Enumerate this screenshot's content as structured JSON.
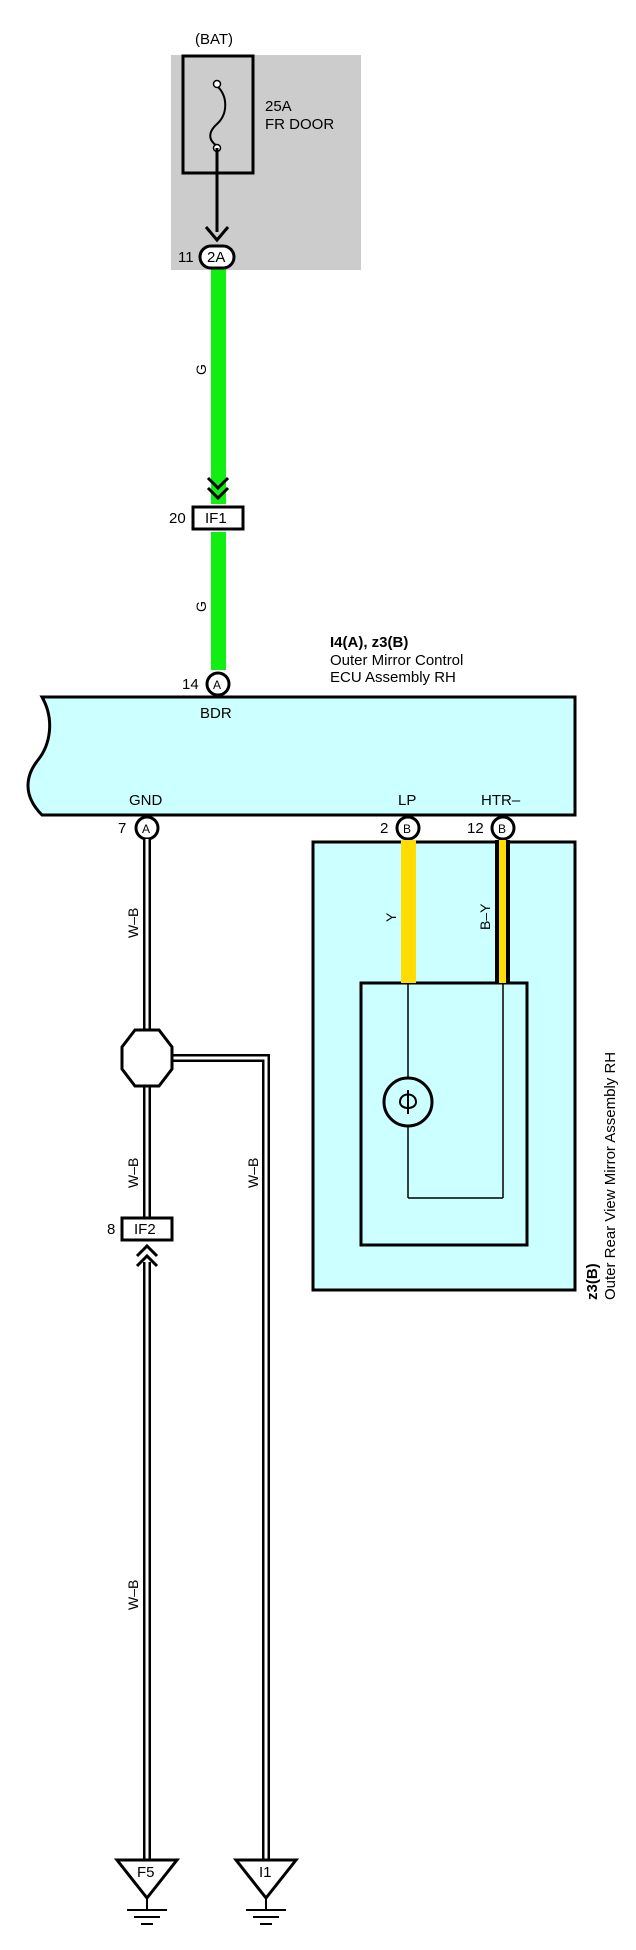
{
  "fuse": {
    "source": "(BAT)",
    "rating": "25A",
    "name": "FR DOOR"
  },
  "connectors": {
    "fuse_out": {
      "pin": "11",
      "id": "2A"
    },
    "if1": {
      "pin": "20",
      "id": "IF1"
    },
    "bdr": {
      "pin": "14",
      "id": "A"
    },
    "gnd": {
      "pin": "7",
      "id": "A"
    },
    "lp": {
      "pin": "2",
      "id": "B"
    },
    "htr": {
      "pin": "12",
      "id": "B"
    },
    "if2": {
      "pin": "8",
      "id": "IF2"
    }
  },
  "ecu": {
    "code": "I4(A), z3(B)",
    "name_line1": "Outer Mirror Control",
    "name_line2": "ECU Assembly RH",
    "terminals": {
      "bdr": "BDR",
      "gnd": "GND",
      "lp": "LP",
      "htr": "HTR–"
    }
  },
  "mirror": {
    "code": "z3(B)",
    "name": "Outer Rear View Mirror Assembly RH"
  },
  "wires": {
    "green_upper": "G",
    "green_lower": "G",
    "yellow": "Y",
    "black_yellow": "B–Y",
    "wb_1": "W–B",
    "wb_2": "W–B",
    "wb_3": "W–B",
    "wb_4": "W–B"
  },
  "grounds": {
    "left": "F5",
    "right": "I1"
  },
  "colors": {
    "green": "#11ee11",
    "yellow": "#ffdd00",
    "ecu_fill": "#ccffff",
    "fuse_bg": "#cccccc",
    "white_black": "#ffffff"
  }
}
